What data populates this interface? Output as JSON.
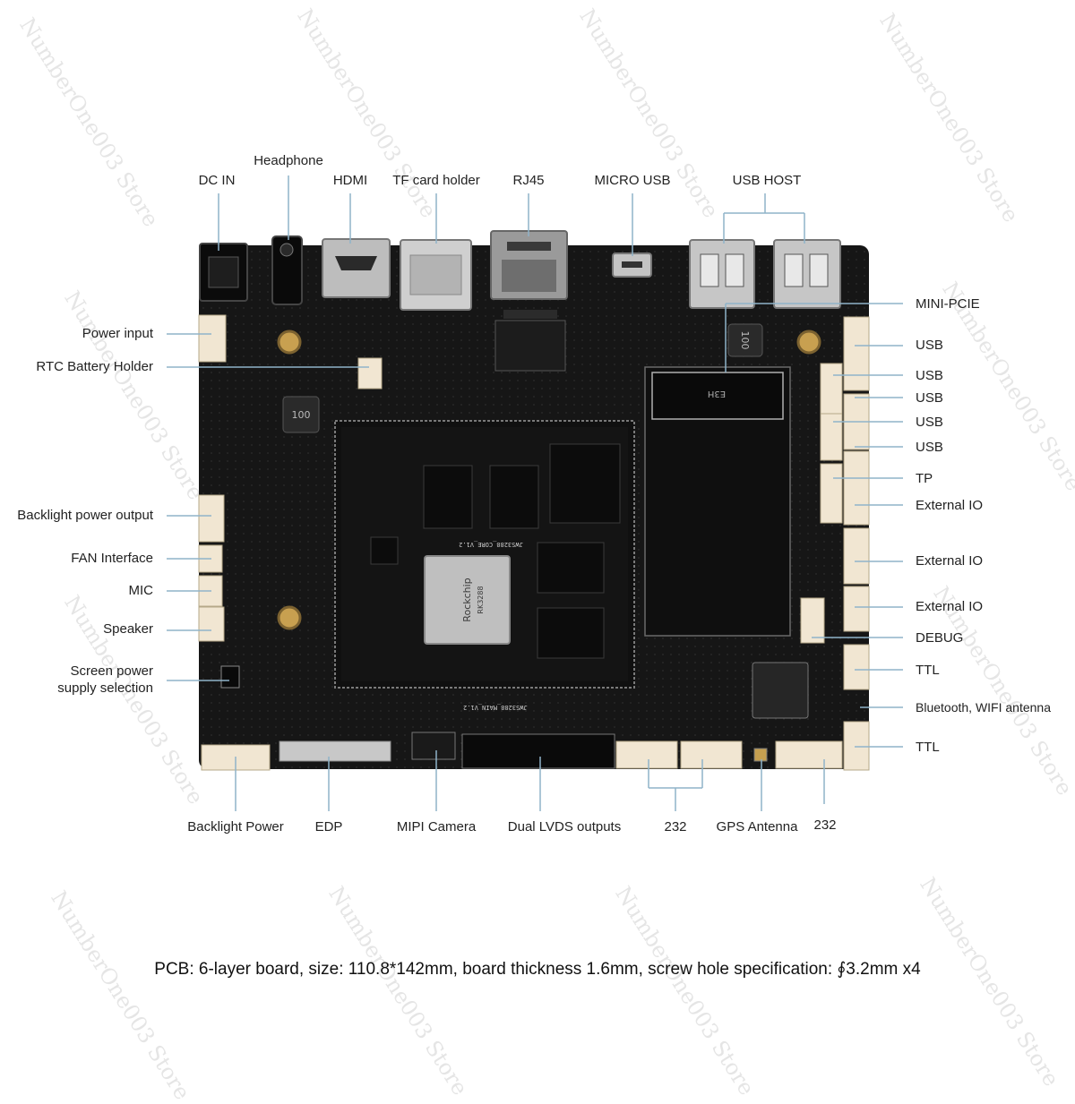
{
  "labels": {
    "top": {
      "headphone": "Headphone",
      "dc_in": "DC IN",
      "hdmi": "HDMI",
      "tf_card_holder": "TF card holder",
      "rj45": "RJ45",
      "micro_usb": "MICRO USB",
      "usb_host": "USB HOST"
    },
    "left": {
      "power_input": "Power input",
      "rtc_battery_holder": "RTC Battery Holder",
      "backlight_power_output": "Backlight power output",
      "fan_interface": "FAN Interface",
      "mic": "MIC",
      "speaker": "Speaker",
      "screen_power_1": "Screen power",
      "screen_power_2": "supply selection"
    },
    "right": {
      "mini_pcie": "MINI-PCIE",
      "usb_1": "USB",
      "usb_2": "USB",
      "usb_3": "USB",
      "usb_4": "USB",
      "usb_5": "USB",
      "tp": "TP",
      "external_io_1": "External IO",
      "external_io_2": "External IO",
      "external_io_3": "External IO",
      "debug": "DEBUG",
      "ttl_1": "TTL",
      "bt_wifi": "Bluetooth, WIFI antenna",
      "ttl_2": "TTL"
    },
    "bottom": {
      "backlight_power": "Backlight Power",
      "edp": "EDP",
      "mipi_camera": "MIPI Camera",
      "dual_lvds": "Dual LVDS outputs",
      "rs232_a": "232",
      "gps_antenna": "GPS Antenna",
      "rs232_b": "232"
    }
  },
  "caption": "PCB: 6-layer board, size: 110.8*142mm, board thickness 1.6mm, screw hole specification: ∮3.2mm x4",
  "watermark": "NumberOne003 Store",
  "board": {
    "soc_brand": "Rockchip",
    "soc_model": "RK3288",
    "core_label": "JWS3288_CORE_V1.2",
    "main_label": "JWS3288_MAIN_V1.2",
    "inductor_1": "100",
    "inductor_2": "100",
    "minipcie_mark": "E3H"
  },
  "colors": {
    "pcb": "#161616",
    "silkscreen": "#d9d9d9",
    "connector": "#f1e6d2",
    "metal": "#c9c9c9",
    "leader": "#8fb3c9"
  }
}
